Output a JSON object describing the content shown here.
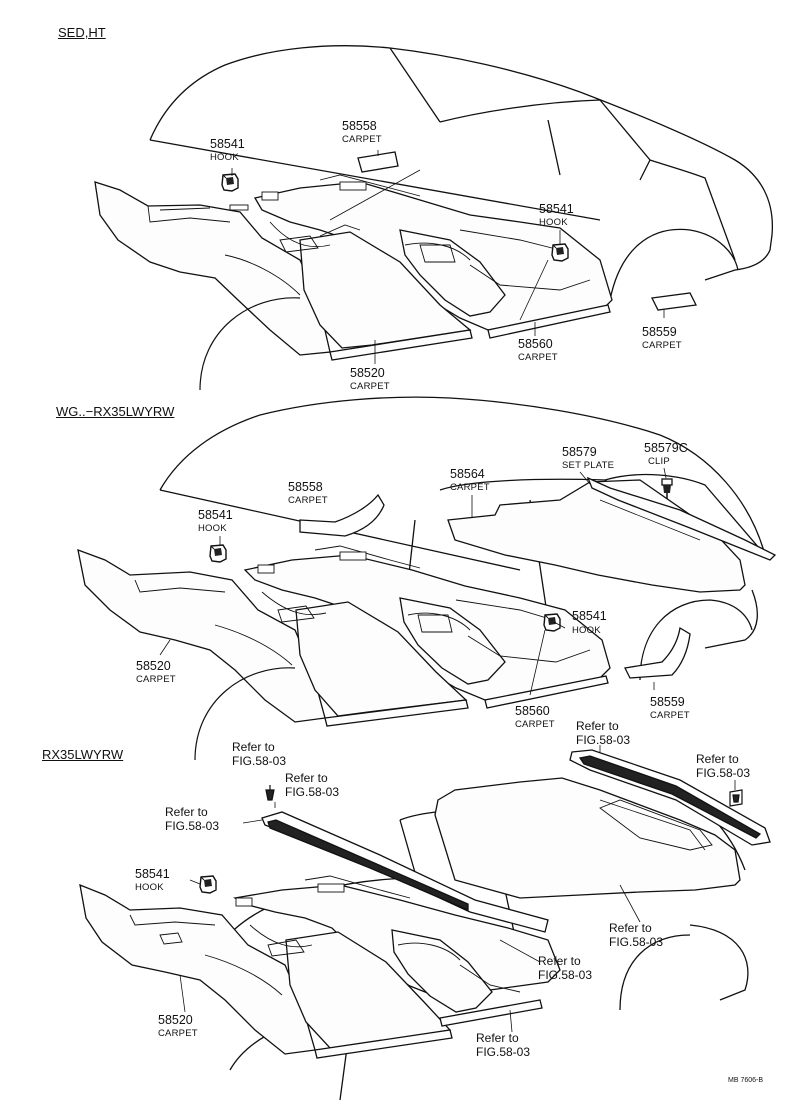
{
  "sections": {
    "sed": {
      "title": "SED,HT"
    },
    "wg": {
      "title": "WG..−RX35LWYRW"
    },
    "rx": {
      "title": "RX35LWYRW"
    }
  },
  "callouts": {
    "s1_58541": {
      "num": "58541",
      "name": "HOOK"
    },
    "s1_58558": {
      "num": "58558",
      "name": "CARPET"
    },
    "s1_58541b": {
      "num": "58541",
      "name": "HOOK"
    },
    "s1_58559": {
      "num": "58559",
      "name": "CARPET"
    },
    "s1_58560": {
      "num": "58560",
      "name": "CARPET"
    },
    "s1_58520": {
      "num": "58520",
      "name": "CARPET"
    },
    "s2_58558": {
      "num": "58558",
      "name": "CARPET"
    },
    "s2_58541": {
      "num": "58541",
      "name": "HOOK"
    },
    "s2_58564": {
      "num": "58564",
      "name": "CARPET"
    },
    "s2_58579": {
      "num": "58579",
      "name": "SET PLATE"
    },
    "s2_58579c": {
      "num": "58579C",
      "name": "CLIP"
    },
    "s2_58541b": {
      "num": "58541",
      "name": "HOOK"
    },
    "s2_58520": {
      "num": "58520",
      "name": "CARPET"
    },
    "s2_58560": {
      "num": "58560",
      "name": "CARPET"
    },
    "s2_58559": {
      "num": "58559",
      "name": "CARPET"
    },
    "s3_58541": {
      "num": "58541",
      "name": "HOOK"
    },
    "s3_58520": {
      "num": "58520",
      "name": "CARPET"
    }
  },
  "refs": {
    "r1": {
      "line1": "Refer to",
      "line2": "FIG.58-03"
    },
    "r2": {
      "line1": "Refer to",
      "line2": "FIG.58-03"
    },
    "r3": {
      "line1": "Refer to",
      "line2": "FIG.58-03"
    },
    "r4": {
      "line1": "Refer to",
      "line2": "FIG.58-03"
    },
    "r5": {
      "line1": "Refer to",
      "line2": "FIG.58-03"
    },
    "r6": {
      "line1": "Refer to",
      "line2": "FIG.58-03"
    },
    "r7": {
      "line1": "Refer to",
      "line2": "FIG.58-03"
    },
    "r8": {
      "line1": "Refer to",
      "line2": "FIG.58-03"
    }
  },
  "footer": {
    "code": "MB 7606-B"
  }
}
